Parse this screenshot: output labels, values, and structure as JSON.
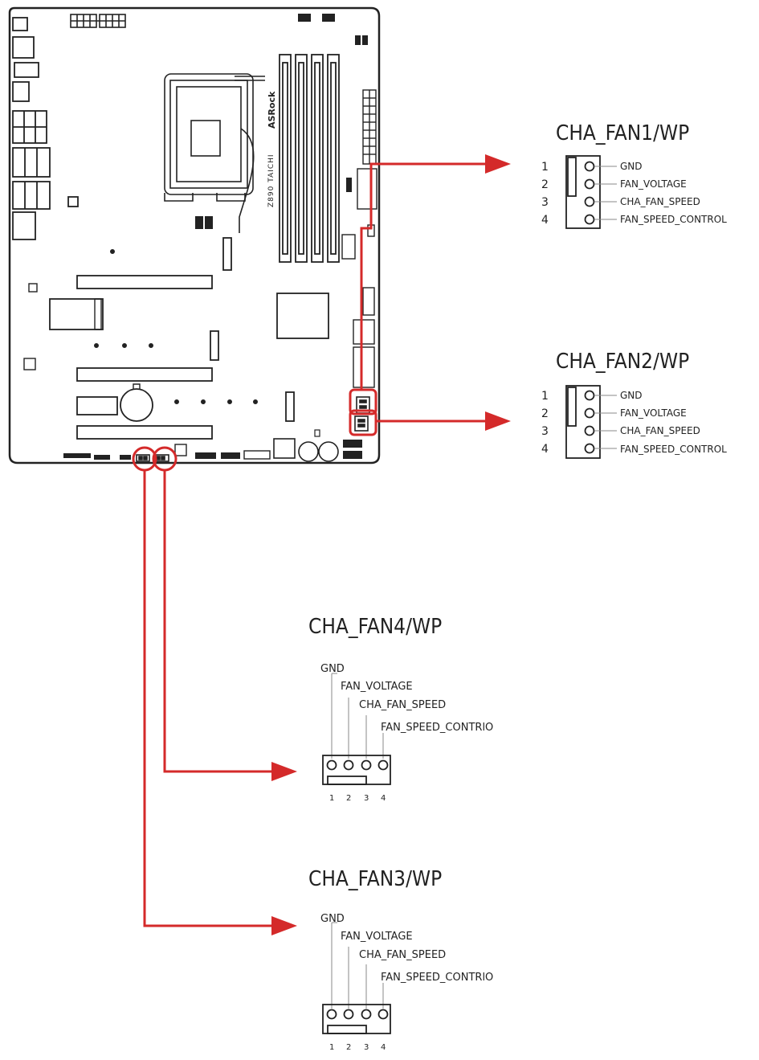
{
  "colors": {
    "accent": "#d42a2a",
    "line": "#222222",
    "paper": "#ffffff"
  },
  "board": {
    "brand_text": "ASRock",
    "model_text": "Z890 TAICHI"
  },
  "connectors": {
    "fan1": {
      "title": "CHA_FAN1/WP",
      "pins": [
        {
          "num": "1",
          "label": "GND"
        },
        {
          "num": "2",
          "label": "FAN_VOLTAGE"
        },
        {
          "num": "3",
          "label": "CHA_FAN_SPEED"
        },
        {
          "num": "4",
          "label": "FAN_SPEED_CONTROL"
        }
      ]
    },
    "fan2": {
      "title": "CHA_FAN2/WP",
      "pins": [
        {
          "num": "1",
          "label": "GND"
        },
        {
          "num": "2",
          "label": "FAN_VOLTAGE"
        },
        {
          "num": "3",
          "label": "CHA_FAN_SPEED"
        },
        {
          "num": "4",
          "label": "FAN_SPEED_CONTROL"
        }
      ]
    },
    "fan4": {
      "title": "CHA_FAN4/WP",
      "pins": [
        {
          "num": "1",
          "label": "GND"
        },
        {
          "num": "2",
          "label": "FAN_VOLTAGE"
        },
        {
          "num": "3",
          "label": "CHA_FAN_SPEED"
        },
        {
          "num": "4",
          "label": "FAN_SPEED_CONTRlO"
        }
      ]
    },
    "fan3": {
      "title": "CHA_FAN3/WP",
      "pins": [
        {
          "num": "1",
          "label": "GND"
        },
        {
          "num": "2",
          "label": "FAN_VOLTAGE"
        },
        {
          "num": "3",
          "label": "CHA_FAN_SPEED"
        },
        {
          "num": "4",
          "label": "FAN_SPEED_CONTRlO"
        }
      ]
    }
  }
}
